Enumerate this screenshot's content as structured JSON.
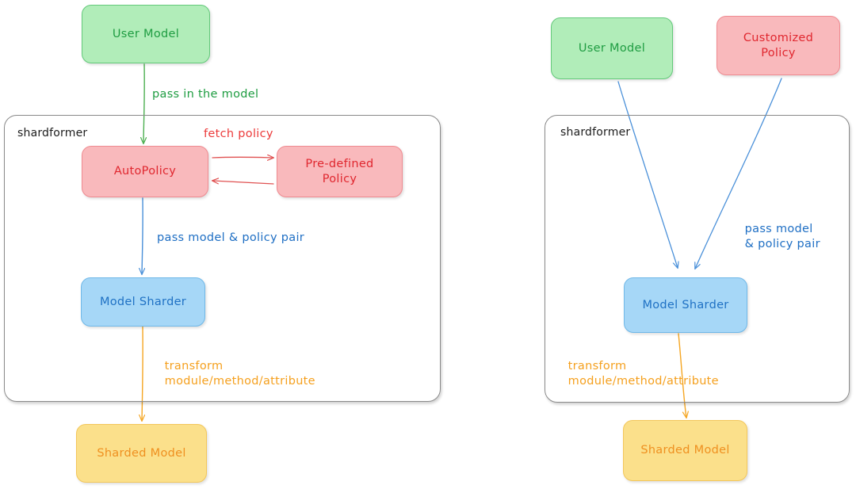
{
  "diagram": {
    "title": "shardformer model sharding flow",
    "colors": {
      "green_fill": "#b1edb9",
      "green_text": "#1f9d42",
      "red_fill": "#f9b9bc",
      "red_text": "#e0272f",
      "blue_fill": "#a6d7f7",
      "blue_text": "#1f71c4",
      "yellow_fill": "#fbe08b",
      "yellow_text": "#ef9020",
      "container_border": "#8a8a8a",
      "arrow_green": "#4caf50",
      "arrow_red": "#e05252",
      "arrow_blue": "#4a90d9",
      "arrow_orange": "#f5a623"
    },
    "left_panel": {
      "container_label": "shardformer",
      "nodes": {
        "user_model": "User Model",
        "auto_policy": "AutoPolicy",
        "predefined_policy_line1": "Pre-defined",
        "predefined_policy_line2": "Policy",
        "model_sharder": "Model Sharder",
        "sharded_model": "Sharded Model"
      },
      "edge_labels": {
        "pass_in_the_model": "pass in the model",
        "fetch_policy": "fetch policy",
        "pass_model_policy_pair": "pass model & policy pair",
        "transform_line1": "transform",
        "transform_line2": "module/method/attribute"
      }
    },
    "right_panel": {
      "container_label": "shardformer",
      "nodes": {
        "user_model": "User Model",
        "customized_policy_line1": "Customized",
        "customized_policy_line2": "Policy",
        "model_sharder": "Model Sharder",
        "sharded_model": "Sharded Model"
      },
      "edge_labels": {
        "pass_model_policy_pair_line1": "pass model",
        "pass_model_policy_pair_line2": "& policy pair",
        "transform_line1": "transform",
        "transform_line2": "module/method/attribute"
      }
    }
  }
}
